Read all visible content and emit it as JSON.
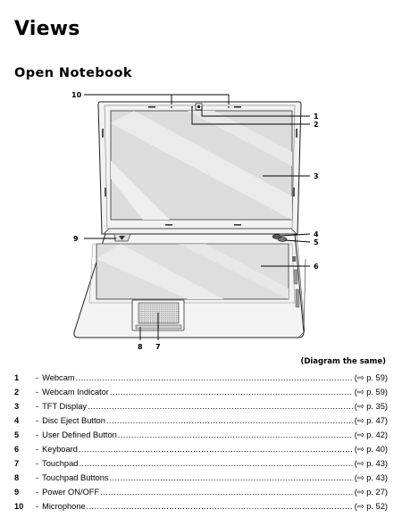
{
  "page": {
    "title": "Views",
    "section_title": "Open Notebook",
    "diagram_note": "(Diagram the same)"
  },
  "callouts": [
    "10",
    "1",
    "2",
    "3",
    "4",
    "5",
    "6",
    "7",
    "8",
    "9"
  ],
  "legend": [
    {
      "num": "1",
      "dash": "-",
      "name": "Webcam",
      "ref": "(⇨ p. 59)"
    },
    {
      "num": "2",
      "dash": "-",
      "name": "Webcam Indicator",
      "ref": "(⇨ p. 59)"
    },
    {
      "num": "3",
      "dash": "-",
      "name": "TFT Display",
      "ref": "(⇨ p. 35)"
    },
    {
      "num": "4",
      "dash": "-",
      "name": "Disc Eject Button",
      "ref": "(⇨ p. 47)"
    },
    {
      "num": "5",
      "dash": "-",
      "name": "User Defined Button",
      "ref": "(⇨ p. 42)"
    },
    {
      "num": "6",
      "dash": "-",
      "name": "Keyboard",
      "ref": "(⇨ p. 40)"
    },
    {
      "num": "7",
      "dash": "-",
      "name": "Touchpad",
      "ref": "(⇨ p. 43)"
    },
    {
      "num": "8",
      "dash": "-",
      "name": "Touchpad Buttons",
      "ref": "(⇨ p. 43)"
    },
    {
      "num": "9",
      "dash": "-",
      "name": "Power ON/OFF",
      "ref": "(⇨ p. 27)"
    },
    {
      "num": "10",
      "dash": "-",
      "name": "Microphone",
      "ref": "(⇨ p. 52)"
    }
  ]
}
